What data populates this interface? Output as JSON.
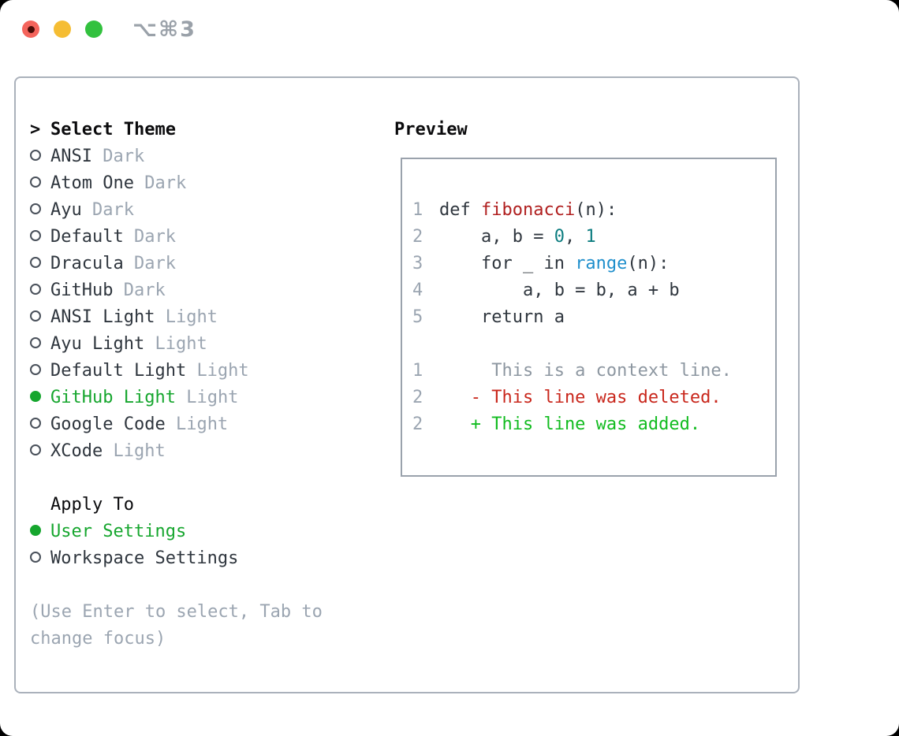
{
  "window": {
    "title": "⌥⌘3",
    "controls": [
      "close",
      "minimize",
      "maximize"
    ]
  },
  "theme_panel": {
    "header": {
      "marker": ">",
      "label": "Select Theme"
    },
    "themes": [
      {
        "name": "ANSI",
        "tag": "Dark",
        "selected": false
      },
      {
        "name": "Atom One",
        "tag": "Dark",
        "selected": false
      },
      {
        "name": "Ayu",
        "tag": "Dark",
        "selected": false
      },
      {
        "name": "Default",
        "tag": "Dark",
        "selected": false
      },
      {
        "name": "Dracula",
        "tag": "Dark",
        "selected": false
      },
      {
        "name": "GitHub",
        "tag": "Dark",
        "selected": false
      },
      {
        "name": "ANSI Light",
        "tag": "Light",
        "selected": false
      },
      {
        "name": "Ayu Light",
        "tag": "Light",
        "selected": false
      },
      {
        "name": "Default Light",
        "tag": "Light",
        "selected": false
      },
      {
        "name": "GitHub Light",
        "tag": "Light",
        "selected": true
      },
      {
        "name": "Google Code",
        "tag": "Light",
        "selected": false
      },
      {
        "name": "XCode",
        "tag": "Light",
        "selected": false
      }
    ],
    "apply_to": {
      "label": "Apply To",
      "options": [
        {
          "name": "User Settings",
          "selected": true
        },
        {
          "name": "Workspace Settings",
          "selected": false
        }
      ]
    },
    "help_lines": [
      "(Use Enter to select, Tab to",
      "change focus)"
    ]
  },
  "preview": {
    "title": "Preview",
    "code_lines": [
      {
        "num": "1",
        "tokens": [
          {
            "text": "def ",
            "color": "fg"
          },
          {
            "text": "fibonacci",
            "color": "func"
          },
          {
            "text": "(n):",
            "color": "fg"
          }
        ]
      },
      {
        "num": "2",
        "tokens": [
          {
            "text": "    a, b = ",
            "color": "fg"
          },
          {
            "text": "0",
            "color": "num"
          },
          {
            "text": ", ",
            "color": "fg"
          },
          {
            "text": "1",
            "color": "num"
          }
        ]
      },
      {
        "num": "3",
        "tokens": [
          {
            "text": "    for _ in ",
            "color": "fg"
          },
          {
            "text": "range",
            "color": "builtin"
          },
          {
            "text": "(n):",
            "color": "fg"
          }
        ]
      },
      {
        "num": "4",
        "tokens": [
          {
            "text": "        a, b = b, a + b",
            "color": "fg"
          }
        ]
      },
      {
        "num": "5",
        "tokens": [
          {
            "text": "    return a",
            "color": "fg"
          }
        ]
      },
      {
        "num": "",
        "tokens": []
      },
      {
        "num": "1",
        "tokens": [
          {
            "text": "     This is a context line.",
            "color": "context"
          }
        ]
      },
      {
        "num": "2",
        "tokens": [
          {
            "text": "   - This line was deleted.",
            "color": "deleted"
          }
        ]
      },
      {
        "num": "2",
        "tokens": [
          {
            "text": "   + This line was added.",
            "color": "added"
          }
        ]
      }
    ]
  },
  "colors": {
    "green": "#16a62e",
    "fg": "#2f363e",
    "heading": "#0b0b0d",
    "muted": "#9ba5b1",
    "panel_border": "#aab1bb",
    "preview_border": "#9aa2ac",
    "t_func": "#b01f1f",
    "t_num": "#0d7d80",
    "t_builtin": "#1f8fcc",
    "t_ctx": "#8d97a1",
    "t_del": "#c9271c",
    "t_add": "#12bc20",
    "light_red": "#f4645c",
    "light_yellow": "#f5bd33",
    "light_green": "#32c13e",
    "title_gray": "#9aa1a9"
  }
}
